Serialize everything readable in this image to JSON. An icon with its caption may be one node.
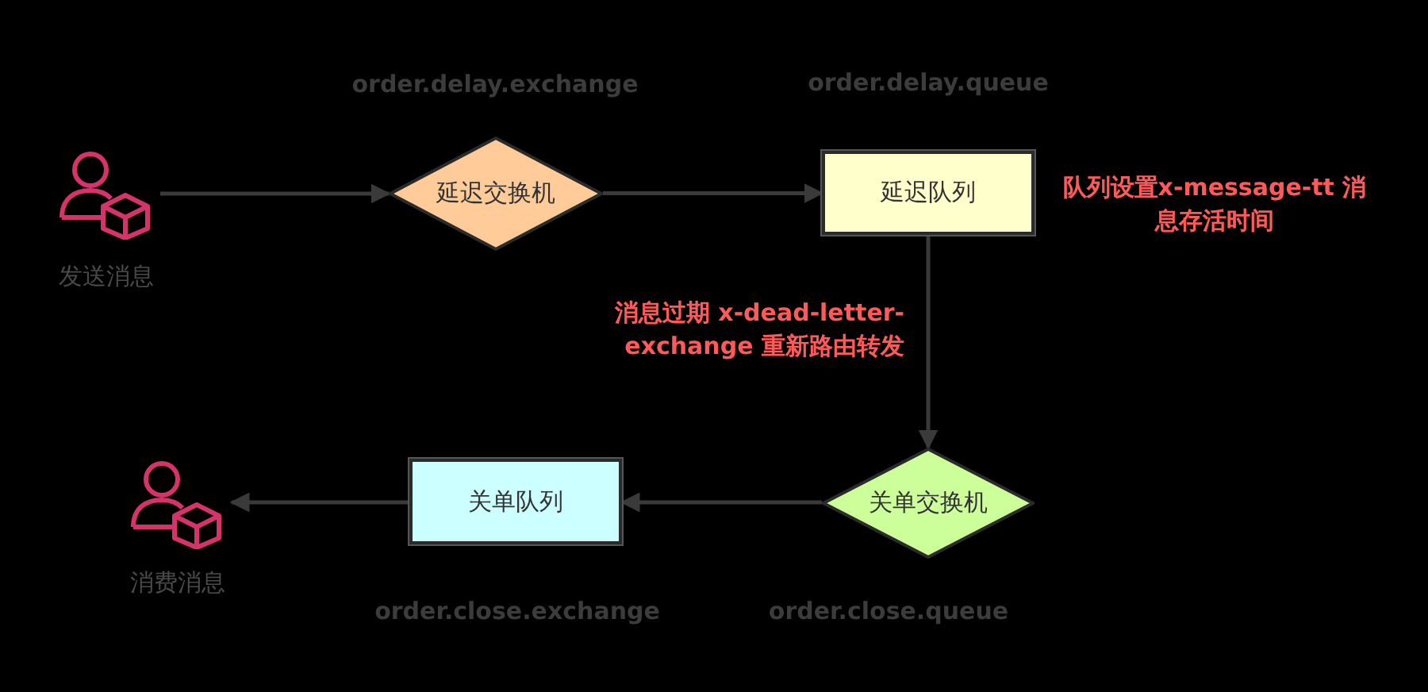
{
  "diagram": {
    "nodes": [
      {
        "text": [
          "发送消息"
        ]
      },
      {
        "text": [
          "延迟交换机"
        ],
        "beside": [
          "order.delay.exchange"
        ]
      },
      {
        "text": [
          "延迟队列"
        ],
        "beside": [
          "order.delay.queue"
        ]
      },
      {
        "text": [
          "关单交换机"
        ],
        "beside": [
          "order.close.queue"
        ]
      },
      {
        "text": [
          "关单队列"
        ],
        "beside": [
          "order.close.exchange"
        ]
      },
      {
        "text": [
          "消费消息"
        ]
      }
    ],
    "edges": [
      {
        "from": 0,
        "to": 1,
        "arrow": "to"
      },
      {
        "from": 1,
        "to": 2,
        "arrow": "to"
      },
      {
        "from": 2,
        "to": 3,
        "arrow": "to",
        "label": "消息过期 x-dead-letter-exchange 重新路由转发"
      },
      {
        "from": 3,
        "to": 4,
        "arrow": "to"
      },
      {
        "from": 4,
        "to": 5,
        "arrow": "to"
      }
    ],
    "labels": [
      "队列设置x-message-tt 消息存活时间"
    ]
  }
}
